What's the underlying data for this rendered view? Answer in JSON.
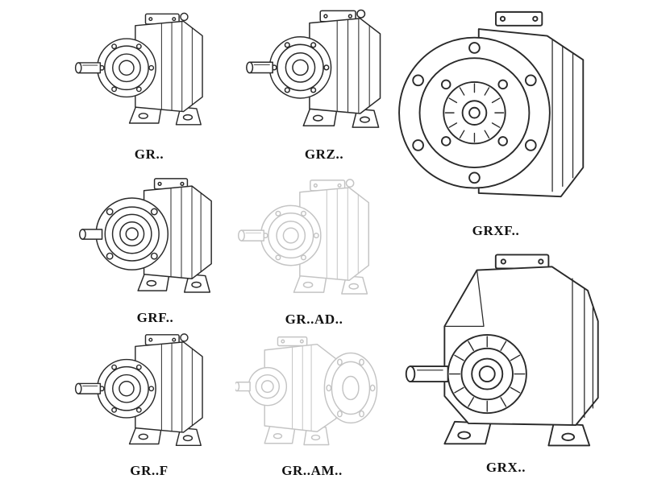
{
  "page": {
    "description": "Catalog sheet of helical gear reducer model variants, isometric technical line drawings",
    "background": "#ffffff"
  },
  "colors": {
    "line": "#2a2a2a",
    "ghost_line": "#c4c4c4",
    "label": "#111111",
    "page_bg": "#ffffff"
  },
  "figures": [
    {
      "label": "GR..",
      "variant": "foot-mounted helical gear unit",
      "ghost": false
    },
    {
      "label": "GRZ..",
      "variant": "foot-mounted helical gear unit",
      "ghost": false
    },
    {
      "label": "GRXF..",
      "variant": "flange-mounted helical gear unit",
      "ghost": false
    },
    {
      "label": "GRF..",
      "variant": "flange + foot mounted helical gear unit",
      "ghost": false
    },
    {
      "label": "GR..AD..",
      "variant": "gear unit with input adapter (phantom)",
      "ghost": true
    },
    {
      "label": "GR..F",
      "variant": "foot-mounted helical gear unit",
      "ghost": false
    },
    {
      "label": "GR..AM..",
      "variant": "gear unit with output flange (phantom)",
      "ghost": true
    },
    {
      "label": "GRX..",
      "variant": "large foot-mounted helical gear unit",
      "ghost": false
    }
  ]
}
